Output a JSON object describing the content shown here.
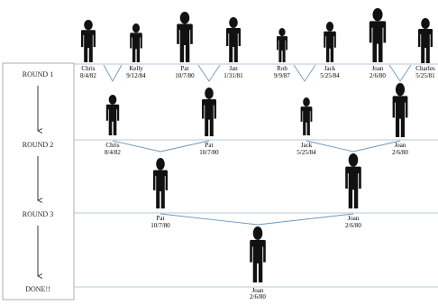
{
  "rounds": {
    "r1": "ROUND 1",
    "r2": "ROUND 2",
    "r3": "ROUND 3",
    "done": "DONE!!"
  },
  "round1": [
    {
      "name": "Chris",
      "date": "8/4/82"
    },
    {
      "name": "Kelly",
      "date": "9/12/84"
    },
    {
      "name": "Pat",
      "date": "10/7/80"
    },
    {
      "name": "Jan",
      "date": "1/31/81"
    },
    {
      "name": "Rob",
      "date": "9/9/87"
    },
    {
      "name": "Jack",
      "date": "5/25/84"
    },
    {
      "name": "Joan",
      "date": "2/6/80"
    },
    {
      "name": "Charles",
      "date": "5/25/81"
    }
  ],
  "round2": [
    {
      "name": "Chris",
      "date": "8/4/82"
    },
    {
      "name": "Pat",
      "date": "10/7/80"
    },
    {
      "name": "Jack",
      "date": "5/25/84"
    },
    {
      "name": "Joan",
      "date": "2/6/80"
    }
  ],
  "round3": [
    {
      "name": "Pat",
      "date": "10/7/80"
    },
    {
      "name": "Joan",
      "date": "2/6/80"
    }
  ],
  "winner": {
    "name": "Joan",
    "date": "2/6/80"
  }
}
